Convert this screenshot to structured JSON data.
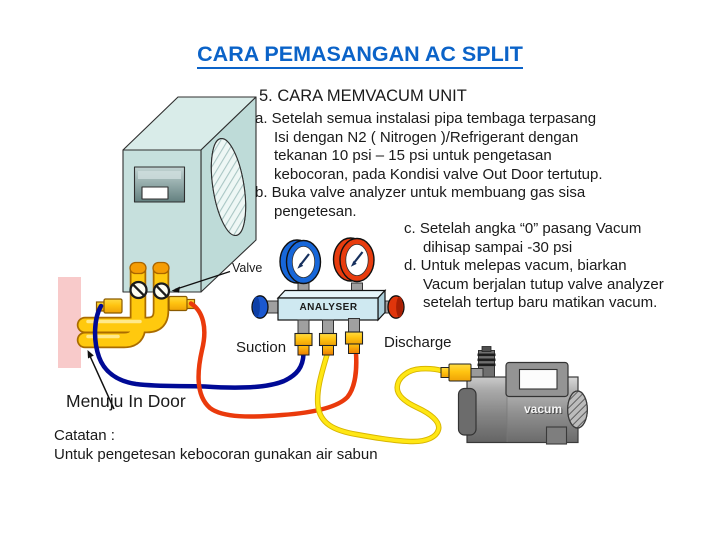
{
  "slide": {
    "title": "CARA PEMASANGAN AC SPLIT",
    "heading": "5. CARA MEMVACUM UNIT"
  },
  "instructions": {
    "left": [
      "a. Setelah semua instalasi pipa tembaga terpasang",
      "Isi dengan N2 ( Nitrogen )/Refrigerant dengan",
      "tekanan 10 psi – 15 psi untuk pengetasan",
      "kebocoran, pada Kondisi valve Out Door tertutup.",
      "b. Buka valve analyzer untuk membuang gas sisa",
      "pengetesan."
    ],
    "right": [
      "c. Setelah angka “0” pasang Vacum",
      "dihisap sampai -30 psi",
      "d. Untuk melepas vacum, biarkan",
      "Vacum berjalan tutup valve analyzer",
      "setelah tertup baru matikan vacum."
    ]
  },
  "labels": {
    "valve": "Valve",
    "suction": "Suction",
    "discharge": "Discharge",
    "to_indoor": "Menuju In Door",
    "analyser": "ANALYSER",
    "vacuum_pump": "vacum"
  },
  "note": {
    "heading": "Catatan :",
    "body": "Untuk pengetesan kebocoran gunakan air sabun"
  },
  "colors": {
    "title_blue": "#0b63c8",
    "gauge_blue": "#1767d9",
    "gauge_red": "#e83c0e",
    "hose_blue": "#000a96",
    "hose_red": "#ea3a0c",
    "hose_yellow": "#ffe714",
    "pipe_yellow": "#ffc90e",
    "unit_teal": "#c6e0dd",
    "wall_pink": "#f8caca",
    "manifold_cyan": "#cfe9f1",
    "pump_gray": "#909090"
  }
}
